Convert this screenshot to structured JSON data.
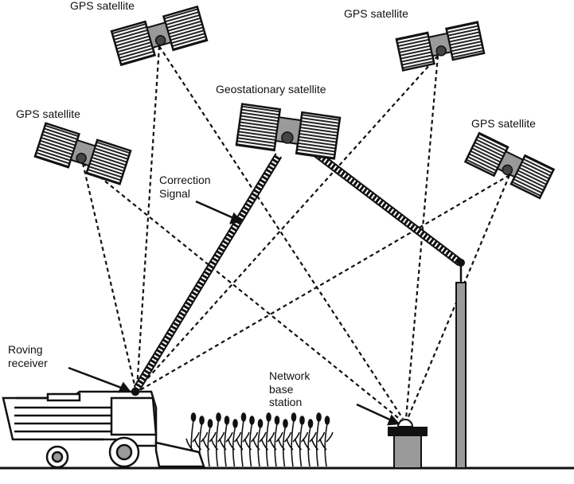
{
  "diagram": {
    "labels": {
      "gps_satellite": "GPS satellite",
      "geostationary_satellite": "Geostationary satellite",
      "correction_signal_line1": "Correction",
      "correction_signal_line2": "Signal",
      "roving_receiver_line1": "Roving",
      "roving_receiver_line2": "receiver",
      "base_station_line1": "Network",
      "base_station_line2": "base",
      "base_station_line3": "station"
    },
    "colors": {
      "ink": "#111111",
      "panel": "#2b2b2b",
      "body": "#9a9a9a",
      "background": "#ffffff"
    },
    "icons": {
      "satellite": "satellite-icon",
      "combine": "combine-harvester-icon",
      "crops": "crop-row-icon",
      "base_station": "base-station-icon",
      "antenna_tower": "antenna-tower-icon"
    }
  }
}
